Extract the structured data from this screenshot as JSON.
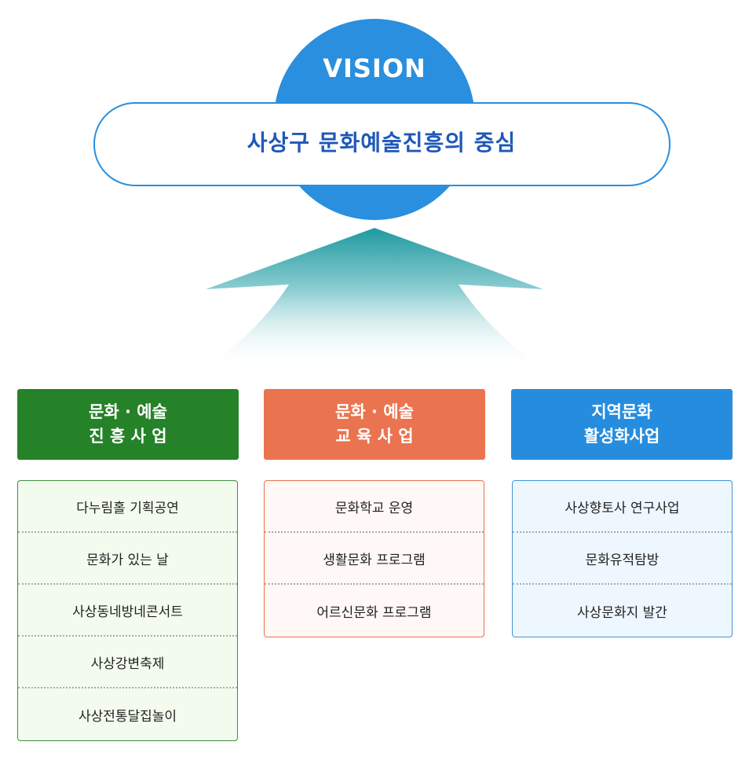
{
  "vision": {
    "label": "VISION",
    "slogan": "사상구  문화예술진흥의  중심"
  },
  "colors": {
    "vision_circle": "#2a8fde",
    "slogan_text": "#1f58b8",
    "arrow_top": "#1f9aa0",
    "green": "#258228",
    "orange": "#ea7450",
    "blue": "#268dde"
  },
  "categories": [
    {
      "title_line1": "문화 · 예술",
      "title_line2": "진 흥 사 업",
      "items": [
        "다누림홀 기획공연",
        "문화가 있는 날",
        "사상동네방네콘서트",
        "사상강변축제",
        "사상전통달집놀이"
      ]
    },
    {
      "title_line1": "문화 · 예술",
      "title_line2": "교 육 사 업",
      "items": [
        "문화학교 운영",
        "생활문화 프로그램",
        "어르신문화 프로그램"
      ]
    },
    {
      "title_line1": "지역문화",
      "title_line2": "활성화사업",
      "items": [
        "사상향토사 연구사업",
        "문화유적탐방",
        "사상문화지 발간"
      ]
    }
  ]
}
